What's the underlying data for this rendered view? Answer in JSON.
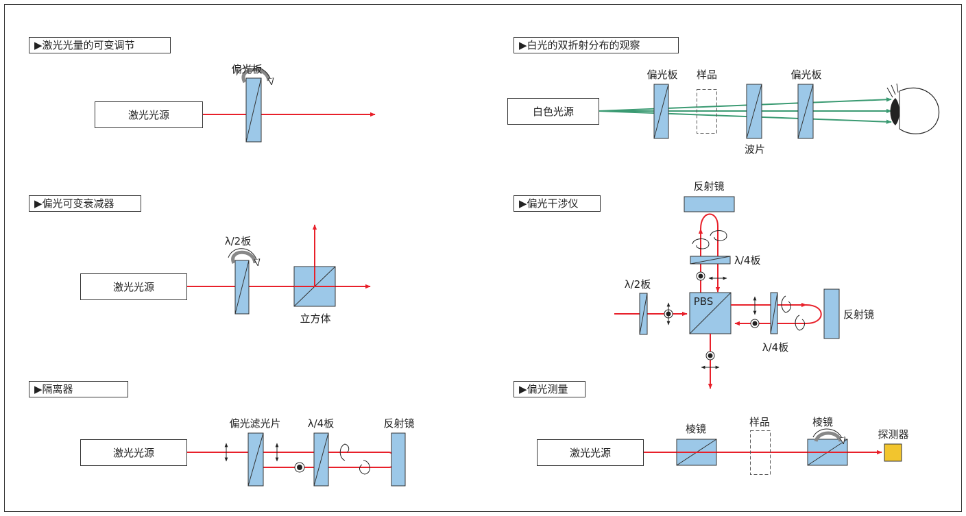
{
  "sections": {
    "laser_variable": {
      "title": "▶激光光量的可变调节",
      "source": "激光光源",
      "polarizer": "偏光板"
    },
    "attenuator": {
      "title": "▶偏光可变衰减器",
      "source": "激光光源",
      "half_wave": "λ/2板",
      "cube": "立方体"
    },
    "isolator": {
      "title": "▶隔离器",
      "source": "激光光源",
      "filter": "偏光滤光片",
      "quarter_wave": "λ/4板",
      "mirror": "反射镜"
    },
    "birefringence": {
      "title": "▶白光的双折射分布的观察",
      "source": "白色光源",
      "polarizer_1": "偏光板",
      "sample": "样品",
      "polarizer_2": "偏光板",
      "wave_plate": "波片"
    },
    "interferometer": {
      "title": "▶偏光干涉仪",
      "mirror_top": "反射镜",
      "quarter_wave_top": "λ/4板",
      "half_wave": "λ/2板",
      "pbs": "PBS",
      "mirror_right": "反射镜",
      "quarter_wave_right": "λ/4板"
    },
    "measurement": {
      "title": "▶偏光测量",
      "source": "激光光源",
      "prism_1": "棱镜",
      "sample": "样品",
      "prism_2": "棱镜",
      "detector": "探测器"
    }
  },
  "colors": {
    "beam": "#e8202a",
    "green_beam": "#3a9a72",
    "optic_fill": "#9cc8e8",
    "optic_stroke": "#333333",
    "detector_fill": "#f2c52e",
    "rotation_arrow": "#888888"
  }
}
